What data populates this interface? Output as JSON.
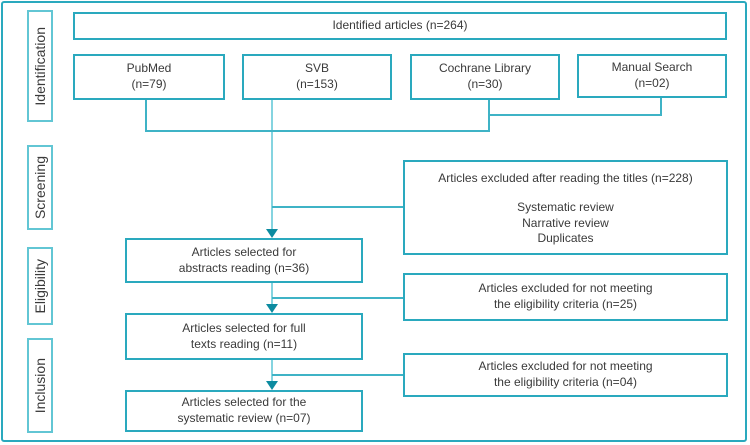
{
  "figure": {
    "type": "prisma-flow-diagram",
    "colors": {
      "box_border": "#2aa9be",
      "stage_border": "#62c6d4",
      "connector": "#3fb3c6",
      "connector_light": "#85d4e0",
      "arrow": "#0c8ba0",
      "text": "#3a3a3a",
      "background": "#ffffff"
    }
  },
  "sidebar": {
    "stages": [
      "Identification",
      "Screening",
      "Eligibility",
      "Inclusion"
    ]
  },
  "boxes": {
    "identified": {
      "lines": [
        "Identified articles (n=264)"
      ]
    },
    "pubmed": {
      "lines": [
        "PubMed",
        "(n=79)"
      ]
    },
    "svb": {
      "lines": [
        "SVB",
        "(n=153)"
      ]
    },
    "cochrane": {
      "lines": [
        "Cochrane Library",
        "(n=30)"
      ]
    },
    "manual": {
      "lines": [
        "Manual Search",
        "(n=02)"
      ]
    },
    "excluded_titles": {
      "lines": [
        "Articles excluded after reading the titles (n=228)"
      ],
      "reasons": [
        "Systematic review",
        "Narrative review",
        "Duplicates"
      ]
    },
    "abstracts": {
      "lines": [
        "Articles selected for",
        "abstracts reading (n=36)"
      ]
    },
    "excluded_eligibility_1": {
      "lines": [
        "Articles excluded for not meeting",
        "the eligibility criteria (n=25)"
      ]
    },
    "fulltexts": {
      "lines": [
        "Articles selected for full",
        "texts reading (n=11)"
      ]
    },
    "excluded_eligibility_2": {
      "lines": [
        "Articles excluded for not meeting",
        "the eligibility criteria (n=04)"
      ]
    },
    "systematic": {
      "lines": [
        "Articles selected for the",
        "systematic review (n=07)"
      ]
    }
  }
}
